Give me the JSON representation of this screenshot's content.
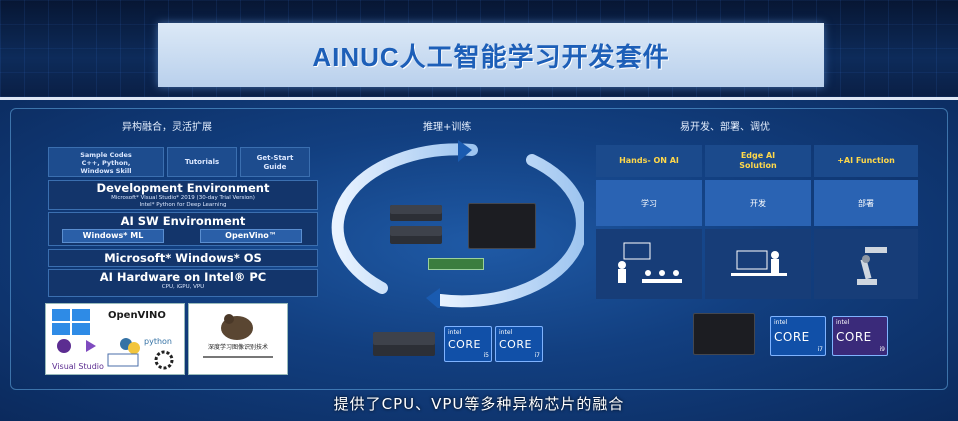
{
  "header": {
    "title": "AINUC人工智能学习开发套件"
  },
  "left": {
    "section_title": "异构融合，灵活扩展",
    "top_boxes": [
      {
        "label": "Sample Codes\nC++, Python,\nWindows Skill"
      },
      {
        "label": "Tutorials"
      },
      {
        "label": "Get-Start\nGuide"
      }
    ],
    "dev_env": {
      "title": "Development Environment",
      "line1": "Microsoft* Visual Studio* 2019 (30-day Trial Version)",
      "line2": "Intel* Python for Deep Learning"
    },
    "ai_sw": {
      "title": "AI SW Environment",
      "pill1": "Windows* ML",
      "pill2": "OpenVino™"
    },
    "os": {
      "title": "Microsoft* Windows* OS"
    },
    "hw": {
      "title": "AI Hardware on Intel® PC",
      "sub": "CPU, iGPU, VPU"
    },
    "logos": {
      "openvino": "OpenVINO",
      "python": "python",
      "visual_studio": "Visual Studio"
    },
    "book": {
      "title": "深度学习图像识别技术"
    }
  },
  "center": {
    "section_title": "推理+训练"
  },
  "right": {
    "section_title": "易开发、部署、调优",
    "columns": [
      {
        "head": "Hands- ON AI",
        "mid": "学习",
        "icon": "classroom-icon"
      },
      {
        "head": "Edge AI\nSolution",
        "mid": "开发",
        "icon": "developer-desk-icon"
      },
      {
        "head": "+AI Function",
        "mid": "部署",
        "icon": "robot-arm-icon"
      }
    ]
  },
  "chips": [
    {
      "brand": "intel",
      "core": "CORE",
      "tier": "i5"
    },
    {
      "brand": "intel",
      "core": "CORE",
      "tier": "i7"
    },
    {
      "brand": "intel",
      "core": "CORE",
      "tier": "i7"
    },
    {
      "brand": "intel",
      "core": "CORE",
      "tier": "i9"
    }
  ],
  "caption": "提供了CPU、VPU等多种异构芯片的融合",
  "colors": {
    "accent_yellow": "#ffd84a",
    "panel_blue": "#13356b",
    "title_blue": "#1d5fb8"
  }
}
